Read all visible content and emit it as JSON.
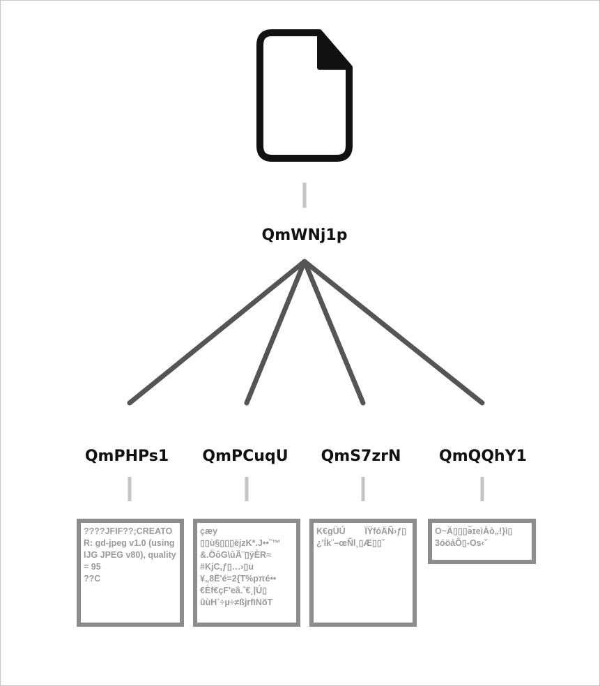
{
  "root": {
    "icon": "document-icon",
    "hash": "QmWNj1p"
  },
  "children": [
    {
      "hash": "QmPHPs1",
      "content": "????JFIF??;CREATOR: gd-jpeg v1.0 (using IJG JPEG v80), quality = 95\n??C"
    },
    {
      "hash": "QmPCuqU",
      "content": "çæy\n▯▯ù§▯▯▯ëjzK*.J••˜™\n&.ÖôG\\ûÄ¨▯ÿÈR≈\n#KjC,ƒ▯…›▯u\n¥„8Ë'é=2{T%рπé••\n€Èf€çF'eâ.ˆ€¸|Ú▯\nûùH`÷µ÷≠ßjrfìNõT"
    },
    {
      "hash": "QmS7zrN",
      "content": "K€gÜÚ        ÏŸfóÄÑ›ƒ▯\n¿'Ík¨–œÑl¸▯Æ▯▯ˇ"
    },
    {
      "hash": "QmQQhY1",
      "content": "O~Ä▯▯▯ə̃ɪeìÀò„!}ì▯\n3óöáÔ▯-Os‹ˇ"
    }
  ],
  "colors": {
    "link": "#555555",
    "connector": "#c4c4c4",
    "block_border": "#8c8c8c",
    "block_text": "#9a9a9a"
  }
}
